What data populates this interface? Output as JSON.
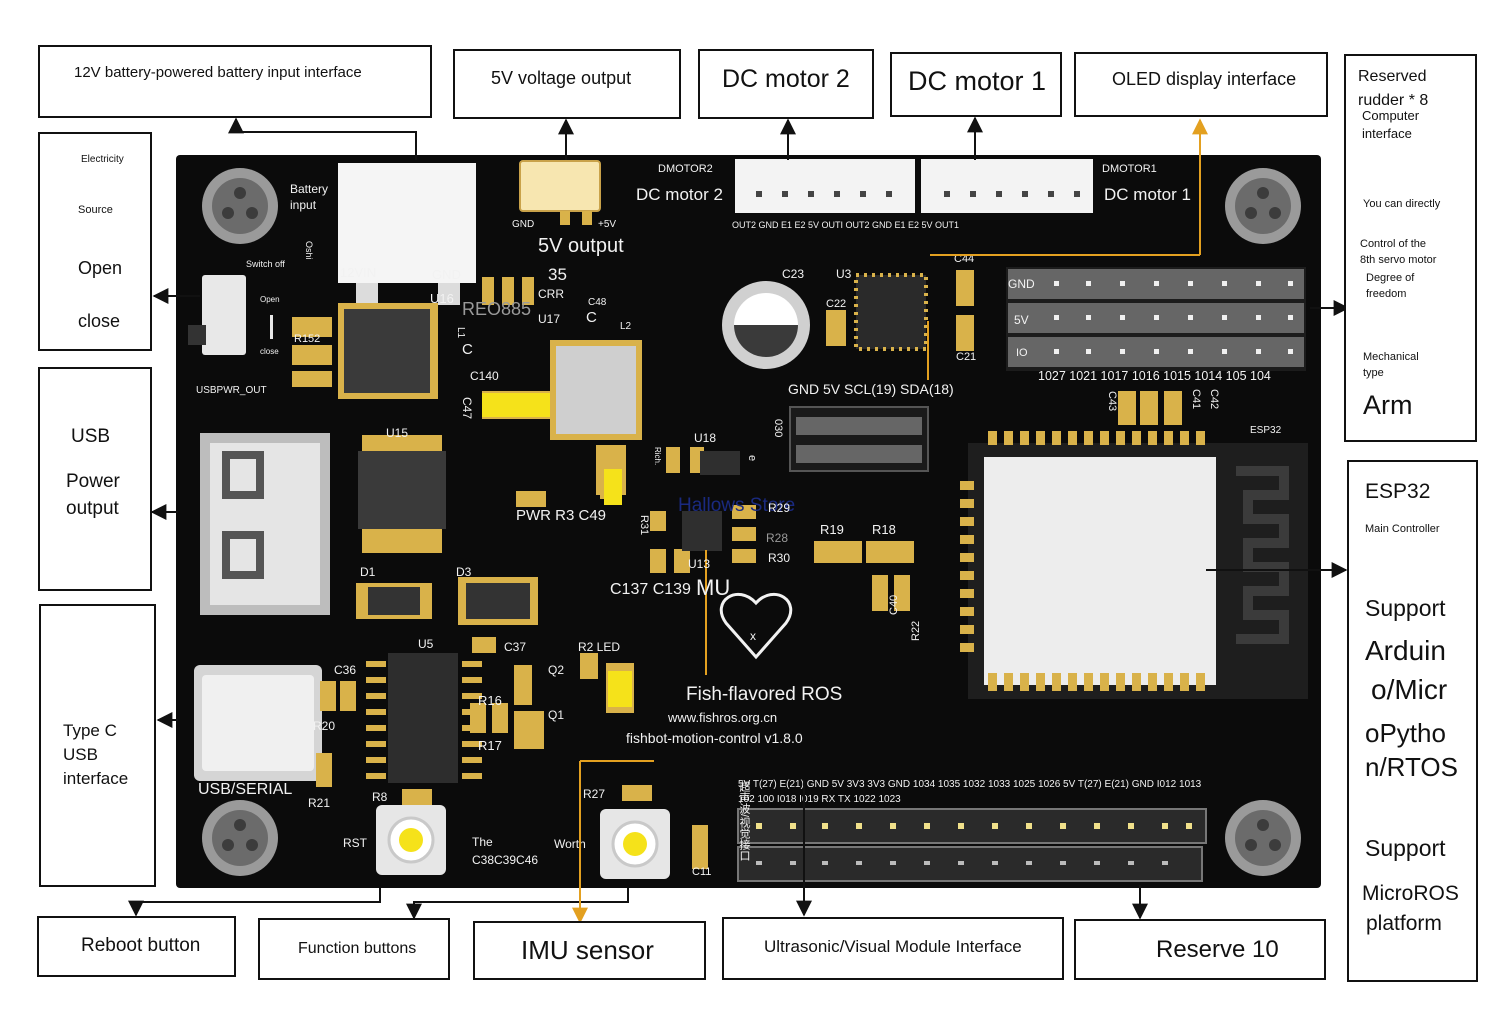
{
  "callouts": {
    "battery_input": "12V battery-powered battery input interface",
    "five_v_output": "5V voltage output",
    "dc_motor_2": "DC motor 2",
    "dc_motor_1": "DC motor 1",
    "oled": "OLED display interface",
    "servo": {
      "line1": "Reserved",
      "line2": "rudder * 8",
      "line3": "Computer",
      "line4": "interface",
      "line5": "You can directly",
      "line6": "Control of the",
      "line7": "8th servo motor",
      "line8": "Degree of",
      "line9": "freedom",
      "line10": "Mechanical",
      "line11": "type",
      "line12": "Arm"
    },
    "power_switch": {
      "line1": "Electricity",
      "line2": "Source",
      "line3": "Open",
      "line4": "close"
    },
    "usb_power": {
      "line1": "USB",
      "line2": "Power",
      "line3": "output"
    },
    "typec": {
      "line1": "Type C",
      "line2": "USB",
      "line3": "interface"
    },
    "esp32": {
      "line1": "ESP32",
      "line2": "Main Controller",
      "line3": "Support",
      "line4": "Arduin",
      "line5": "o/Micr",
      "line6": "oPytho",
      "line7": "n/RTOS",
      "line8": "Support",
      "line9": "MicroROS",
      "line10": "platform"
    },
    "reboot": "Reboot button",
    "function": "Function buttons",
    "imu": "IMU sensor",
    "ultrasonic": "Ultrasonic/Visual Module Interface",
    "reserve10": "Reserve 10"
  },
  "board": {
    "battery_input": "Battery\ninput",
    "oshi": "Oshi",
    "switch_off": "Switch off",
    "open": "Open",
    "close": "close",
    "vin12": "12VIN",
    "gnd": "GND",
    "u16": "U16",
    "r152": "R152",
    "usbpwr_out": "USBPWR_OUT",
    "gnd_small": "GND",
    "plus5v": "+5V",
    "five_v_output": "5V output",
    "n35": "35",
    "crr": "CRR",
    "reo885": "REO885",
    "u17": "U17",
    "c48": "C48",
    "c_a": "C",
    "l2": "L2",
    "l1": "L1",
    "c_b": "C",
    "c140": "C140",
    "c47": "C47",
    "dmotor2": "DMOTOR2",
    "dc_motor_2": "DC motor 2",
    "dmotor1": "DMOTOR1",
    "dc_motor_1": "DC motor 1",
    "motor_pins": "OUT2 GND E1 E2 5V OUTI OUT2 GND E1 E2 5V OUT1",
    "c23": "C23",
    "u3": "U3",
    "c22": "C22",
    "c44": "C44",
    "c21": "C21",
    "oled_pins": "GND 5V SCL(19) SDA(18)",
    "o30": "030",
    "servo_gnd": "GND",
    "servo_5v": "5V",
    "servo_io": "IO",
    "servo_pins": "1027 1021 1017 1016 1015 1014 105 104",
    "c43": "C43",
    "c41": "C41",
    "c42": "C42",
    "esp32": "ESP32",
    "u15": "U15",
    "u18": "U18",
    "rich": "Rich.",
    "e_label": "e",
    "watermark": "Hallows Store",
    "pwr_r3_c49": "PWR R3 C49",
    "r31": "R31",
    "r29": "R29",
    "r28": "R28",
    "r30": "R30",
    "u13": "U13",
    "r19": "R19",
    "r18": "R18",
    "c40": "C40",
    "r22": "R22",
    "d1": "D1",
    "d3": "D3",
    "c137_c139": "C137 C139",
    "mu": "MU",
    "u5": "U5",
    "c37": "C37",
    "r2_led": "R2 LED",
    "q2": "Q2",
    "q1": "Q1",
    "c36": "C36",
    "r20": "R20",
    "r16": "R16",
    "r17": "R17",
    "fish_ros": "Fish-flavored ROS",
    "url": "www.fishros.org.cn",
    "version": "fishbot-motion-control v1.8.0",
    "usb_serial": "USB/SERIAL",
    "r21": "R21",
    "r8": "R8",
    "r27": "R27",
    "rst": "RST",
    "the": "The",
    "c38": "C38C39C46",
    "worth": "Worth",
    "c11": "C11",
    "header_line1": "5V T(27) E(21) GND 5V 3V3 3V3 GND 1034 1035 1032 1033 1025 1026 5V T(27) E(21) GND I012 1013",
    "header_line2": "102 100 I018 I019 RX TX 1022 1023",
    "vertical_cn": "超声波/视觉接口"
  },
  "colors": {
    "board": "#0b0b0b",
    "silkscreen": "#f2f2f2",
    "pad_gold": "#d9b24a",
    "accent_orange": "#e3a020",
    "arrow": "#111111",
    "led_yellow": "#f5e21a"
  }
}
